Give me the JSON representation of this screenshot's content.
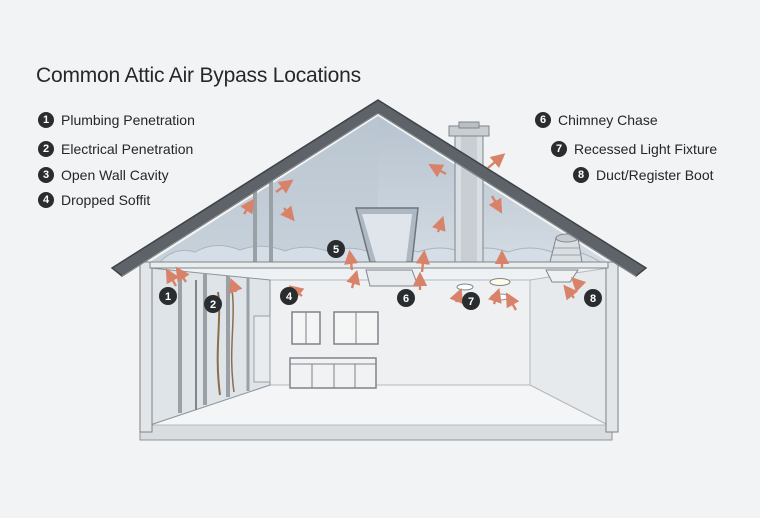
{
  "title": "Common Attic Air Bypass Locations",
  "legend": [
    {
      "num": "1",
      "label": "Plumbing Penetration"
    },
    {
      "num": "2",
      "label": "Electrical Penetration"
    },
    {
      "num": "3",
      "label": "Open Wall Cavity"
    },
    {
      "num": "4",
      "label": "Dropped Soffit"
    },
    {
      "num": "6",
      "label": "Chimney Chase"
    },
    {
      "num": "7",
      "label": "Recessed Light Fixture"
    },
    {
      "num": "8",
      "label": "Duct/Register Boot"
    }
  ],
  "markers": [
    "1",
    "2",
    "4",
    "5",
    "6",
    "7",
    "8"
  ],
  "colors": {
    "arrow": "#d9826a",
    "badge": "#2a2d30",
    "roof": "#5d6368",
    "insulation": "#c9d4e0",
    "attic": "#c5cfda"
  }
}
